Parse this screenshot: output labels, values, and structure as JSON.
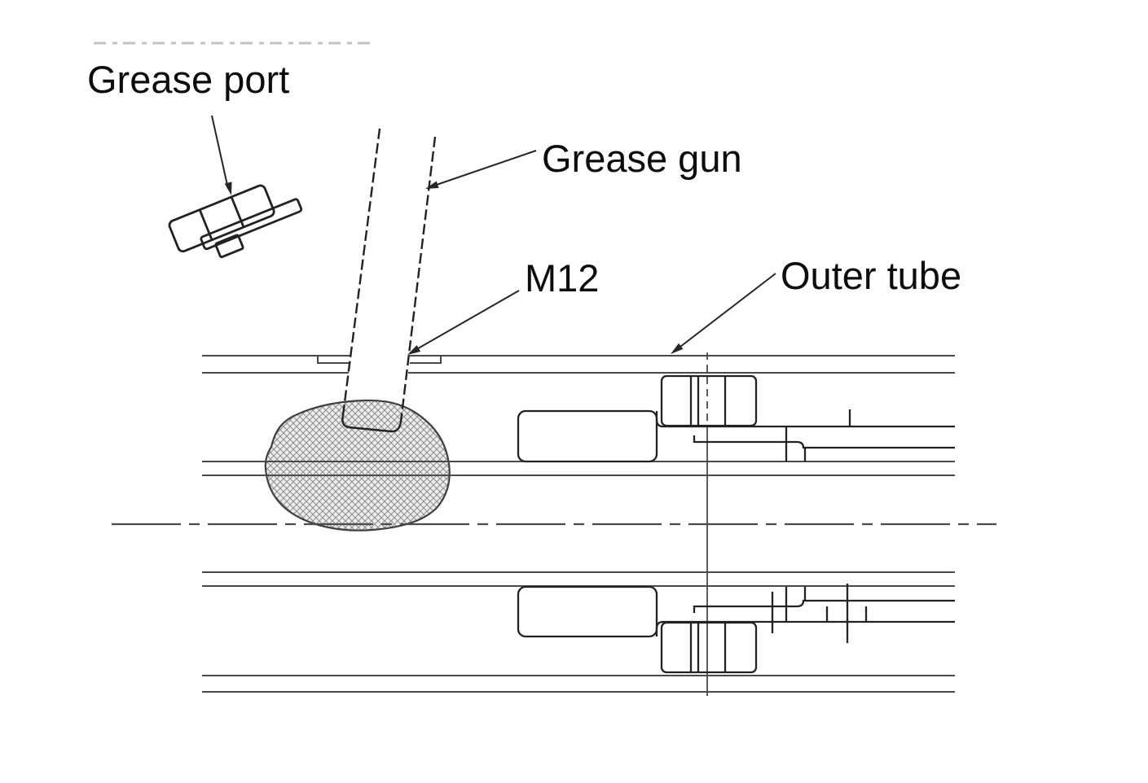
{
  "labels": {
    "grease_port": "Grease port",
    "grease_gun": "Grease gun",
    "thread_size": "M12",
    "outer_tube": "Outer tube"
  },
  "colors": {
    "background": "#ffffff",
    "text": "#0d0d0d",
    "line": "#4a4a4a",
    "dark_line": "#222222",
    "leader": "#262626",
    "artifact": "#c3c3c3",
    "blob_outline": "#3f3f3f",
    "grease_bg": "#ececec",
    "grease_mesh": "#909090"
  }
}
